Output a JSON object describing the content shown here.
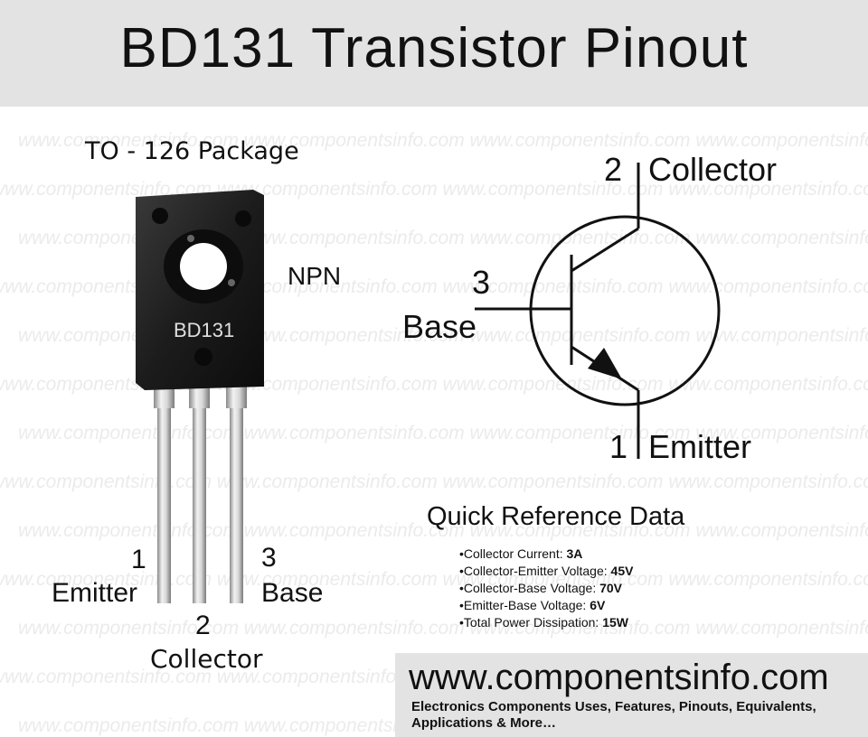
{
  "title": "BD131 Transistor Pinout",
  "watermark_text": "www.componentsinfo.com",
  "package": {
    "label": "TO - 126 Package",
    "marking": "BD131",
    "type": "NPN"
  },
  "package_pins": [
    {
      "number": "1",
      "name": "Emitter"
    },
    {
      "number": "2",
      "name": "Collector"
    },
    {
      "number": "3",
      "name": "Base"
    }
  ],
  "symbol_pins": {
    "collector": {
      "number": "2",
      "name": "Collector"
    },
    "base": {
      "number": "3",
      "name": "Base"
    },
    "emitter": {
      "number": "1",
      "name": "Emitter"
    }
  },
  "quick_reference": {
    "title": "Quick Reference Data",
    "items": [
      {
        "label": "Collector Current: ",
        "value": "3A"
      },
      {
        "label": "Collector-Emitter Voltage: ",
        "value": "45V"
      },
      {
        "label": "Collector-Base Voltage: ",
        "value": "70V"
      },
      {
        "label": "Emitter-Base Voltage: ",
        "value": "6V"
      },
      {
        "label": "Total Power Dissipation: ",
        "value": "15W"
      }
    ]
  },
  "footer": {
    "site": "www.componentsinfo.com",
    "tagline": "Electronics Components Uses, Features, Pinouts, Equivalents, Applications & More…"
  }
}
